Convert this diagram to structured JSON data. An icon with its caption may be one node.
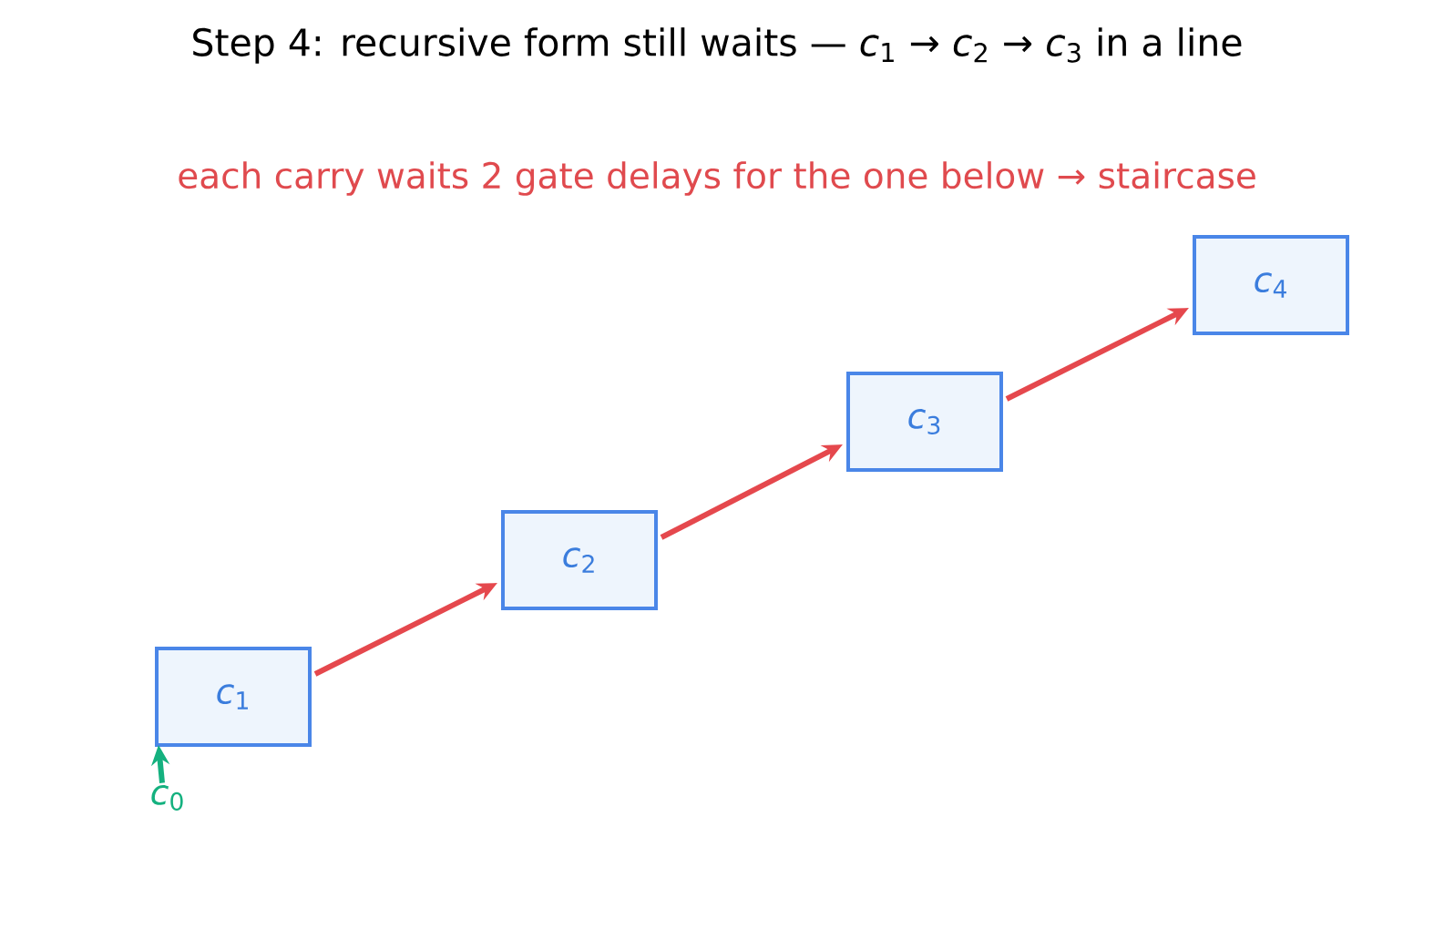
{
  "diagram": {
    "title": "Step 4: recursive form still waits — *c*$_{1}$ → *c*$_{2}$ → *c*$_{3}$ in a line",
    "nodes": [
      {
        "text": [
          "*c*$_{1}$"
        ]
      },
      {
        "text": [
          "*c*$_{2}$"
        ]
      },
      {
        "text": [
          "*c*$_{3}$"
        ]
      },
      {
        "text": [
          "*c*$_{4}$"
        ]
      },
      {
        "text": [
          "*c*$_{0}$"
        ]
      }
    ],
    "edges": [
      {
        "from": 0,
        "to": 1,
        "arrow": "to"
      },
      {
        "from": 1,
        "to": 2,
        "arrow": "to"
      },
      {
        "from": 2,
        "to": 3,
        "arrow": "to"
      },
      {
        "from": 4,
        "to": 0,
        "arrow": "to",
        "color": "#14b17f"
      }
    ],
    "labels": [
      "each carry waits 2 gate delays for the one below → staircase"
    ]
  }
}
